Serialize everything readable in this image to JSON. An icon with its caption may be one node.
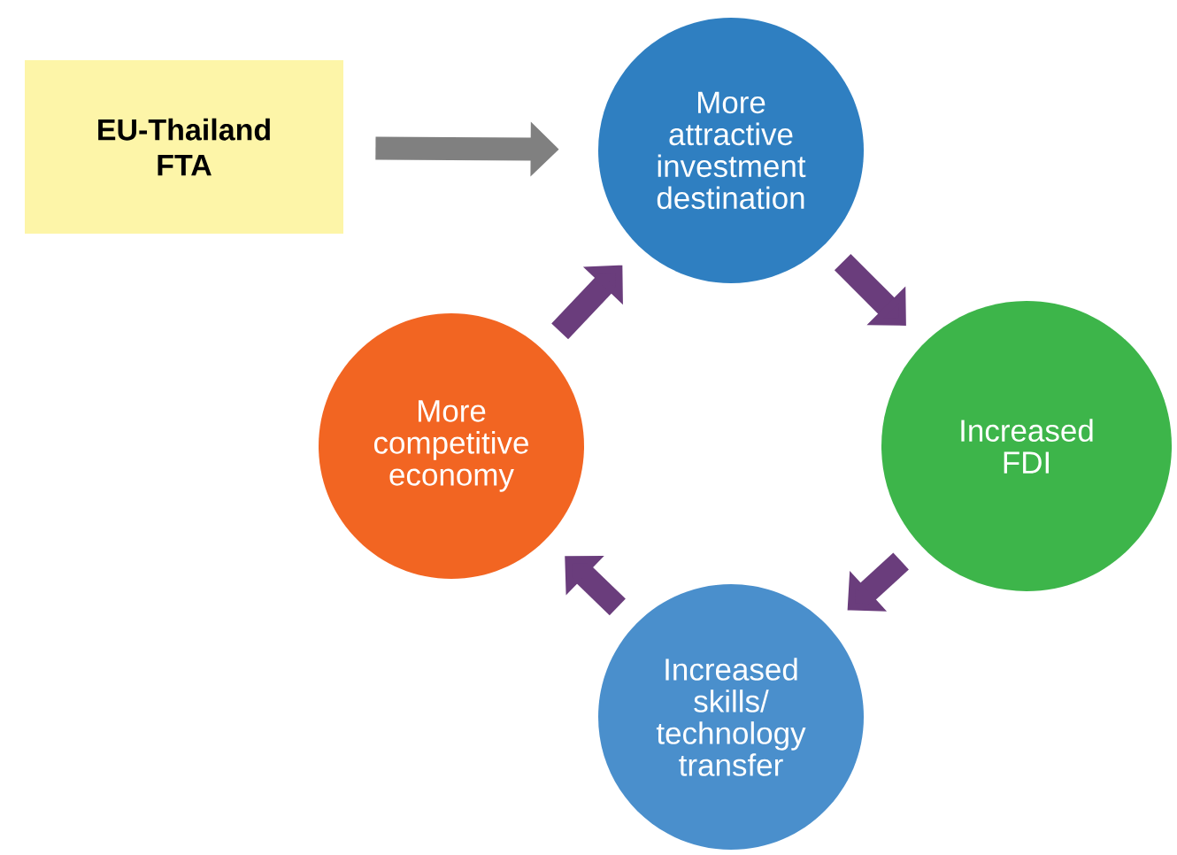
{
  "diagram": {
    "nodes": [
      {
        "text": [
          "EU-Thailand FTA"
        ]
      },
      {
        "text": [
          "More attractive investment destination"
        ]
      },
      {
        "text": [
          "Increased FDI"
        ]
      },
      {
        "text": [
          "Increased skills/ technology transfer"
        ]
      },
      {
        "text": [
          "More competitive economy"
        ]
      }
    ],
    "edges": [
      {
        "from": 0,
        "to": 1,
        "arrow": "to",
        "color": "#808080"
      },
      {
        "from": 1,
        "to": 2,
        "arrow": "to"
      },
      {
        "from": 2,
        "to": 3,
        "arrow": "to"
      },
      {
        "from": 3,
        "to": 4,
        "arrow": "to"
      },
      {
        "from": 4,
        "to": 1,
        "arrow": "to"
      }
    ]
  }
}
